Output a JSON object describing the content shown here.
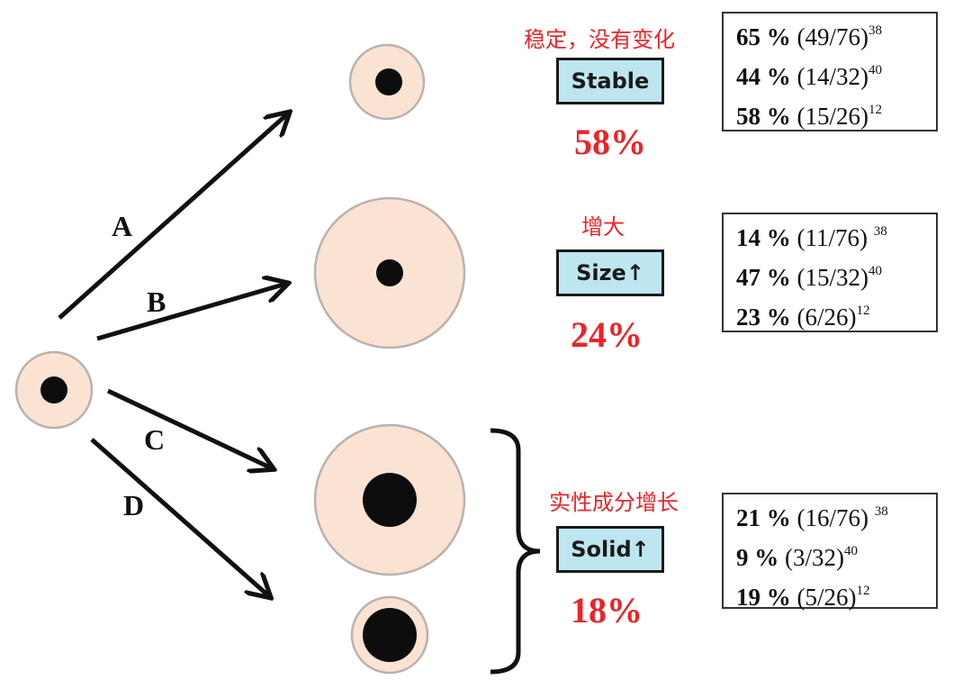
{
  "arrows": {
    "a": "A",
    "b": "B",
    "c": "C",
    "d": "D"
  },
  "outcomes": [
    {
      "name": "stable",
      "cn_label": "稳定，没有变化",
      "tag": "Stable",
      "percent": "58%",
      "stats": [
        {
          "pct": "65 %",
          "frac": "(49/76)",
          "ref": "38"
        },
        {
          "pct": "44 %",
          "frac": "(14/32)",
          "ref": "40"
        },
        {
          "pct": "58 %",
          "frac": "(15/26)",
          "ref": "12"
        }
      ]
    },
    {
      "name": "size",
      "cn_label": "增大",
      "tag": "Size↑",
      "percent": "24%",
      "stats": [
        {
          "pct": "14 %",
          "frac": "(11/76) ",
          "ref": "38"
        },
        {
          "pct": "47 %",
          "frac": "(15/32)",
          "ref": "40"
        },
        {
          "pct": "23 %",
          "frac": "(6/26)",
          "ref": "12"
        }
      ]
    },
    {
      "name": "solid",
      "cn_label": "实性成分增长",
      "tag": "Solid↑",
      "percent": "18%",
      "stats": [
        {
          "pct": "21 %",
          "frac": "(16/76) ",
          "ref": "38"
        },
        {
          "pct": "9 %",
          "frac": "(3/32)",
          "ref": "40"
        },
        {
          "pct": "19 %",
          "frac": "(5/26)",
          "ref": "12"
        }
      ]
    }
  ],
  "colors": {
    "nodule_fill": "#fbe3d4",
    "nodule_border": "#b9b2ae",
    "solid_core": "#0d0d0d",
    "accent_red": "#e8262a",
    "tag_fill": "#bde6f0"
  }
}
